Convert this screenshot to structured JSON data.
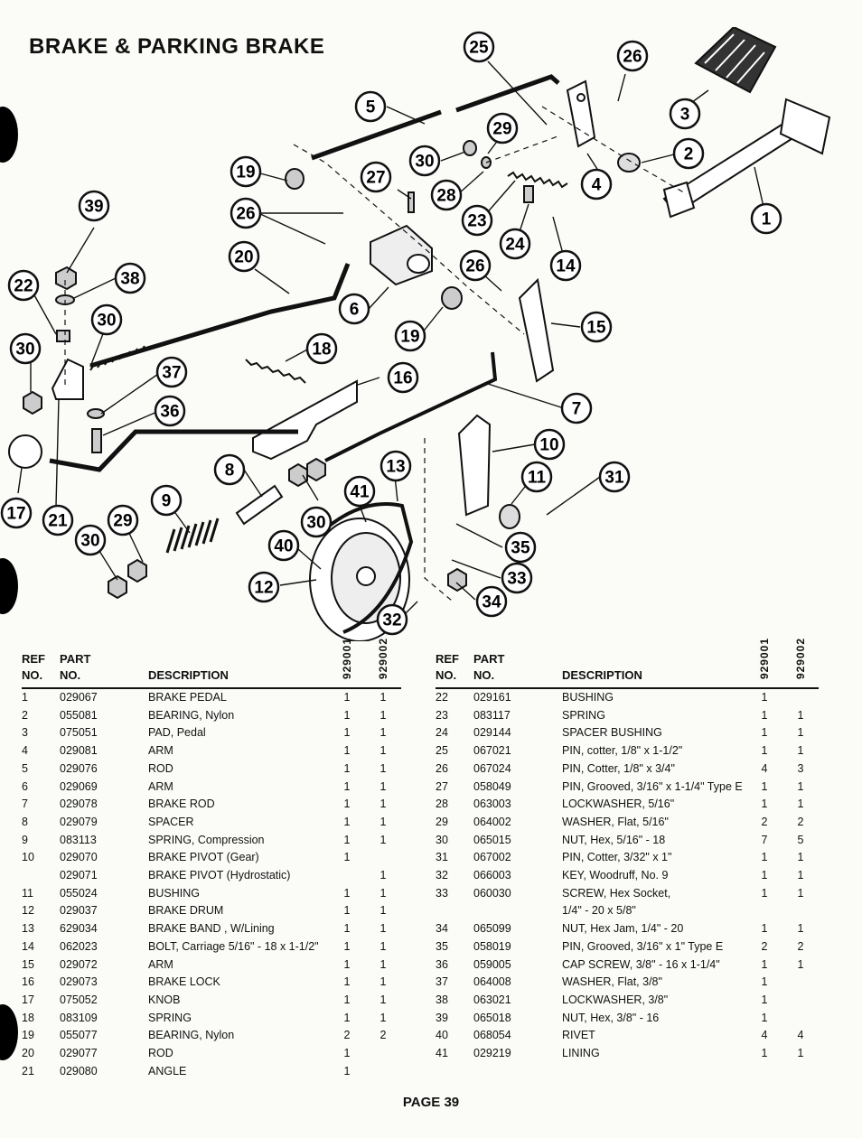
{
  "page": {
    "title": "BRAKE & PARKING BRAKE",
    "page_number": "PAGE 39"
  },
  "diagram": {
    "callouts": [
      "25",
      "26",
      "3",
      "5",
      "29",
      "2",
      "30",
      "4",
      "19",
      "27",
      "28",
      "1",
      "39",
      "26",
      "23",
      "24",
      "14",
      "20",
      "26",
      "22",
      "38",
      "6",
      "19",
      "15",
      "30",
      "30",
      "18",
      "37",
      "7",
      "16",
      "36",
      "10",
      "8",
      "13",
      "11",
      "31",
      "17",
      "21",
      "29",
      "41",
      "9",
      "30",
      "30",
      "40",
      "35",
      "12",
      "33",
      "34",
      "32"
    ]
  },
  "table": {
    "headers": {
      "ref_line1": "REF",
      "ref_line2": "NO.",
      "part_line1": "PART",
      "part_line2": "NO.",
      "description": "DESCRIPTION",
      "model_a": "929001",
      "model_b": "929002"
    },
    "left_rows": [
      {
        "ref": "1",
        "part": "029067",
        "desc": "BRAKE PEDAL",
        "a": "1",
        "b": "1"
      },
      {
        "ref": "2",
        "part": "055081",
        "desc": "BEARING, Nylon",
        "a": "1",
        "b": "1"
      },
      {
        "ref": "3",
        "part": "075051",
        "desc": "PAD, Pedal",
        "a": "1",
        "b": "1"
      },
      {
        "ref": "4",
        "part": "029081",
        "desc": "ARM",
        "a": "1",
        "b": "1"
      },
      {
        "ref": "5",
        "part": "029076",
        "desc": "ROD",
        "a": "1",
        "b": "1"
      },
      {
        "ref": "6",
        "part": "029069",
        "desc": "ARM",
        "a": "1",
        "b": "1"
      },
      {
        "ref": "7",
        "part": "029078",
        "desc": "BRAKE ROD",
        "a": "1",
        "b": "1"
      },
      {
        "ref": "8",
        "part": "029079",
        "desc": "SPACER",
        "a": "1",
        "b": "1"
      },
      {
        "ref": "9",
        "part": "083113",
        "desc": "SPRING, Compression",
        "a": "1",
        "b": "1"
      },
      {
        "ref": "10",
        "part": "029070",
        "desc": "BRAKE PIVOT (Gear)",
        "a": "1",
        "b": ""
      },
      {
        "ref": "",
        "part": "029071",
        "desc": "BRAKE PIVOT (Hydrostatic)",
        "a": "",
        "b": "1"
      },
      {
        "ref": "11",
        "part": "055024",
        "desc": "BUSHING",
        "a": "1",
        "b": "1"
      },
      {
        "ref": "12",
        "part": "029037",
        "desc": "BRAKE DRUM",
        "a": "1",
        "b": "1"
      },
      {
        "ref": "13",
        "part": "629034",
        "desc": "BRAKE BAND , W/Lining",
        "a": "1",
        "b": "1"
      },
      {
        "ref": "14",
        "part": "062023",
        "desc": "BOLT, Carriage 5/16\" - 18 x 1-1/2\"",
        "a": "1",
        "b": "1"
      },
      {
        "ref": "15",
        "part": "029072",
        "desc": "ARM",
        "a": "1",
        "b": "1"
      },
      {
        "ref": "16",
        "part": "029073",
        "desc": "BRAKE LOCK",
        "a": "1",
        "b": "1"
      },
      {
        "ref": "17",
        "part": "075052",
        "desc": "KNOB",
        "a": "1",
        "b": "1"
      },
      {
        "ref": "18",
        "part": "083109",
        "desc": "SPRING",
        "a": "1",
        "b": "1"
      },
      {
        "ref": "19",
        "part": "055077",
        "desc": "BEARING, Nylon",
        "a": "2",
        "b": "2"
      },
      {
        "ref": "20",
        "part": "029077",
        "desc": "ROD",
        "a": "1",
        "b": ""
      },
      {
        "ref": "21",
        "part": "029080",
        "desc": "ANGLE",
        "a": "1",
        "b": ""
      }
    ],
    "right_rows": [
      {
        "ref": "22",
        "part": "029161",
        "desc": "BUSHING",
        "a": "1",
        "b": ""
      },
      {
        "ref": "23",
        "part": "083117",
        "desc": "SPRING",
        "a": "1",
        "b": "1"
      },
      {
        "ref": "24",
        "part": "029144",
        "desc": "SPACER BUSHING",
        "a": "1",
        "b": "1"
      },
      {
        "ref": "25",
        "part": "067021",
        "desc": "PIN, cotter, 1/8\" x 1-1/2\"",
        "a": "1",
        "b": "1"
      },
      {
        "ref": "26",
        "part": "067024",
        "desc": "PIN, Cotter, 1/8\" x 3/4\"",
        "a": "4",
        "b": "3"
      },
      {
        "ref": "27",
        "part": "058049",
        "desc": "PIN, Grooved, 3/16\" x 1-1/4\" Type E",
        "a": "1",
        "b": "1"
      },
      {
        "ref": "28",
        "part": "063003",
        "desc": "LOCKWASHER, 5/16\"",
        "a": "1",
        "b": "1"
      },
      {
        "ref": "29",
        "part": "064002",
        "desc": "WASHER, Flat, 5/16\"",
        "a": "2",
        "b": "2"
      },
      {
        "ref": "30",
        "part": "065015",
        "desc": "NUT, Hex, 5/16\" - 18",
        "a": "7",
        "b": "5"
      },
      {
        "ref": "31",
        "part": "067002",
        "desc": "PIN, Cotter, 3/32\" x 1\"",
        "a": "1",
        "b": "1"
      },
      {
        "ref": "32",
        "part": "066003",
        "desc": "KEY, Woodruff, No. 9",
        "a": "1",
        "b": "1"
      },
      {
        "ref": "33",
        "part": "060030",
        "desc": "SCREW, Hex Socket,",
        "a": "1",
        "b": "1"
      },
      {
        "ref": "",
        "part": "",
        "desc": "1/4\" - 20 x 5/8\"",
        "a": "",
        "b": ""
      },
      {
        "ref": "34",
        "part": "065099",
        "desc": "NUT, Hex Jam, 1/4\" - 20",
        "a": "1",
        "b": "1"
      },
      {
        "ref": "35",
        "part": "058019",
        "desc": "PIN, Grooved, 3/16\" x 1\" Type E",
        "a": "2",
        "b": "2"
      },
      {
        "ref": "36",
        "part": "059005",
        "desc": "CAP SCREW, 3/8\" - 16 x 1-1/4\"",
        "a": "1",
        "b": "1"
      },
      {
        "ref": "37",
        "part": "064008",
        "desc": "WASHER, Flat, 3/8\"",
        "a": "1",
        "b": ""
      },
      {
        "ref": "38",
        "part": "063021",
        "desc": "LOCKWASHER, 3/8\"",
        "a": "1",
        "b": ""
      },
      {
        "ref": "39",
        "part": "065018",
        "desc": "NUT, Hex, 3/8\" - 16",
        "a": "1",
        "b": ""
      },
      {
        "ref": "40",
        "part": "068054",
        "desc": "RIVET",
        "a": "4",
        "b": "4"
      },
      {
        "ref": "41",
        "part": "029219",
        "desc": "LINING",
        "a": "1",
        "b": "1"
      }
    ]
  }
}
